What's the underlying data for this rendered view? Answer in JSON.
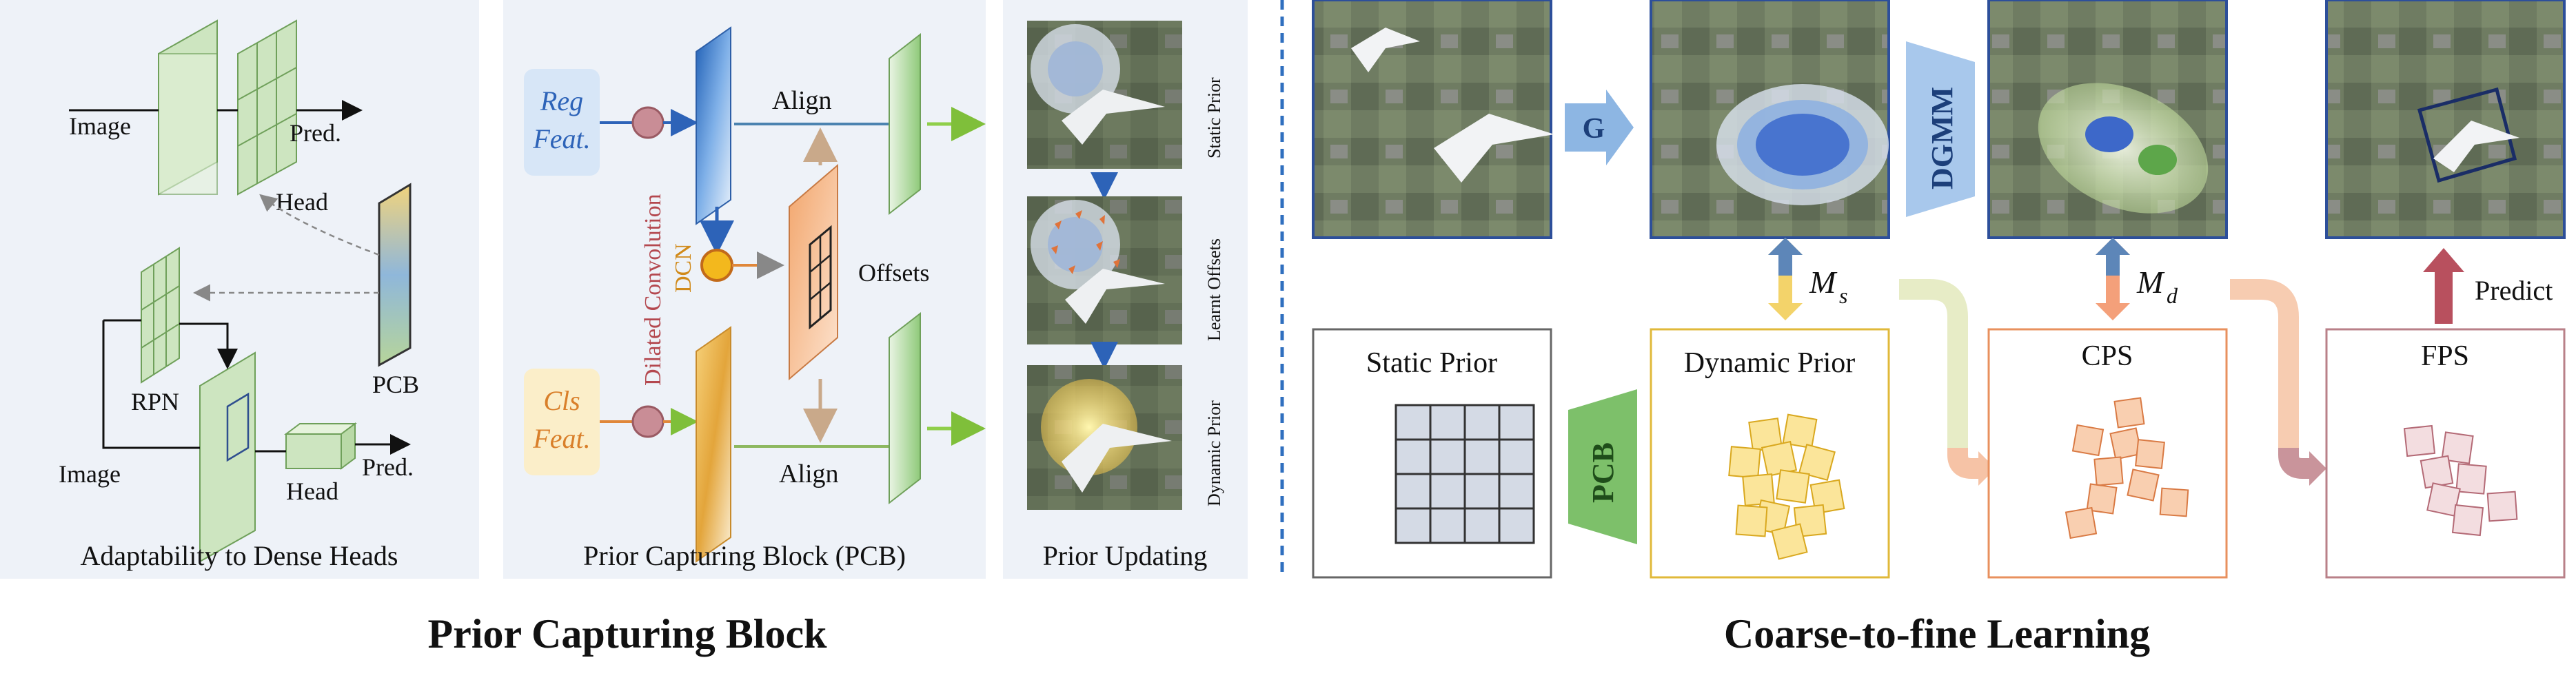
{
  "panels": {
    "dense_heads": {
      "caption": "Adaptability to Dense Heads",
      "image_top": "Image",
      "head_top": "Head",
      "pred_top": "Pred.",
      "pcb": "PCB",
      "rpn": "RPN",
      "image_bottom": "Image",
      "head_bottom": "Head",
      "pred_bottom": "Pred."
    },
    "pcb_block": {
      "caption": "Prior Capturing Block (PCB)",
      "reg_feat_1": "Reg",
      "reg_feat_2": "Feat.",
      "cls_feat_1": "Cls",
      "cls_feat_2": "Feat.",
      "dilated_conv": "Dilated Convolution",
      "dcn": "DCN",
      "align_top": "Align",
      "align_bottom": "Align",
      "offsets": "Offsets"
    },
    "prior_updating": {
      "caption": "Prior Updating",
      "labels": [
        "Static Prior",
        "Learnt Offsets",
        "Dynamic Prior"
      ]
    },
    "coarse_to_fine": {
      "g_label": "G",
      "dgmm_label": "DGMM",
      "ms_symbol": "M",
      "ms_subscript": "s",
      "md_symbol": "M",
      "md_subscript": "d",
      "predict": "Predict",
      "pcb": "PCB",
      "boxes": [
        "Static Prior",
        "Dynamic Prior",
        "CPS",
        "FPS"
      ]
    }
  },
  "section_titles": {
    "left": "Prior Capturing Block",
    "right": "Coarse-to-fine Learning"
  },
  "colors": {
    "panel_bg": "#eef2f8",
    "green_block": "#cfe6c2",
    "blue_accent": "#3f7fd1",
    "orange_accent": "#e0873a",
    "yellow_box": "#f6dc6e",
    "divider": "#2f6fbf",
    "pcb_trapezoid": "#7dc06a",
    "predict_arrow": "#b8505e"
  }
}
